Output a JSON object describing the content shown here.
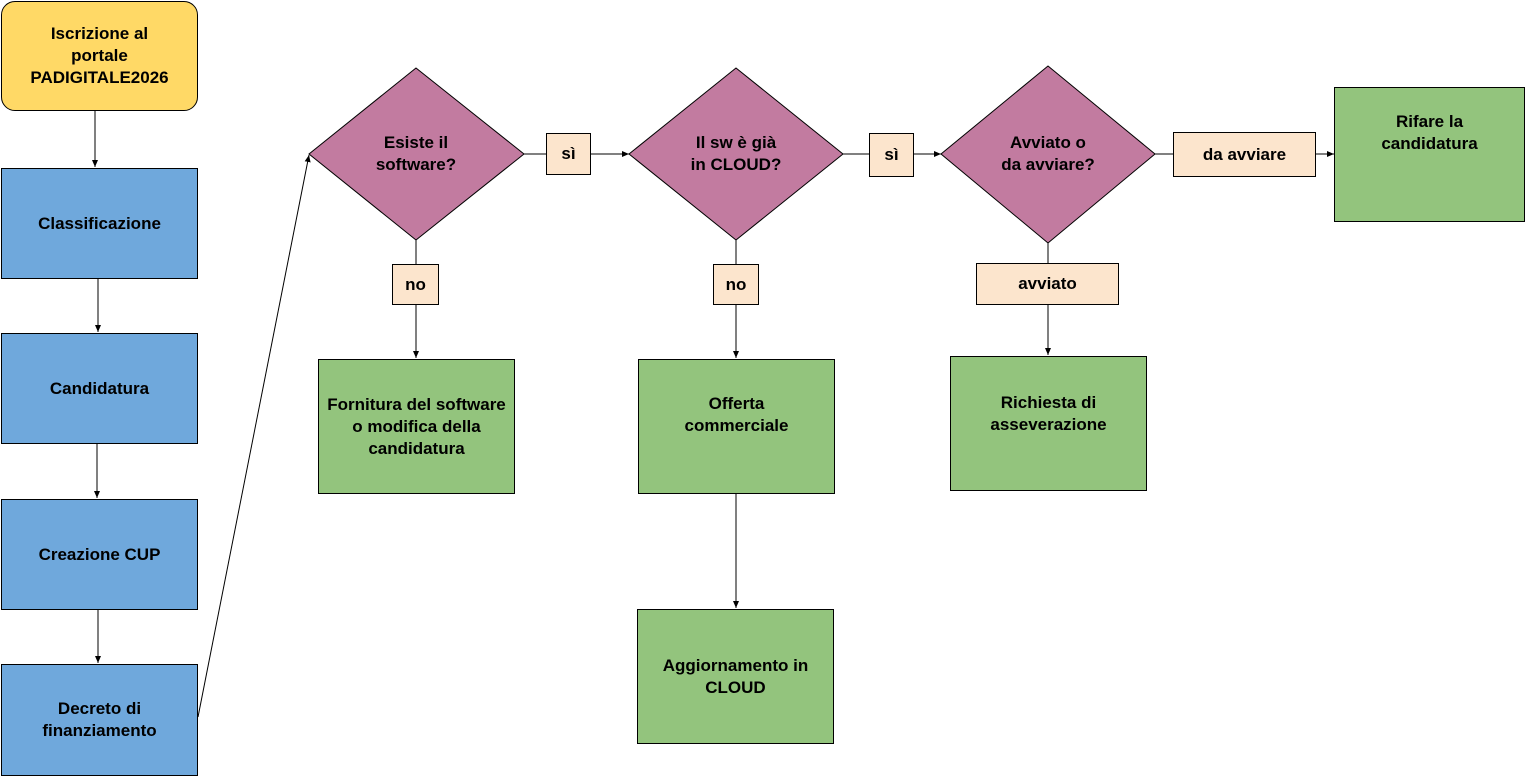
{
  "colors": {
    "start": "#ffd966",
    "process": "#6fa8dc",
    "decision": "#c27ba0",
    "result": "#93c47d",
    "label": "#fce5cd"
  },
  "nodes": {
    "iscrizione": "Iscrizione al portale PADIGITALE2026",
    "classificazione": "Classificazione",
    "candidatura": "Candidatura",
    "creazione_cup": "Creazione CUP",
    "decreto": "Decreto di finanziamento",
    "esiste_software": "Esiste il software?",
    "sw_cloud": "Il sw è già in CLOUD?",
    "avviato": "Avviato o da avviare?",
    "rifare": "Rifare la candidatura",
    "fornitura": "Fornitura del software o modifica della candidatura",
    "offerta": "Offerta commerciale",
    "aggiornamento": "Aggiornamento in CLOUD",
    "richiesta": "Richiesta di asseverazione"
  },
  "edge_labels": {
    "si_1": "sì",
    "si_2": "sì",
    "no_1": "no",
    "no_2": "no",
    "da_avviare": "da avviare",
    "avviato": "avviato"
  }
}
